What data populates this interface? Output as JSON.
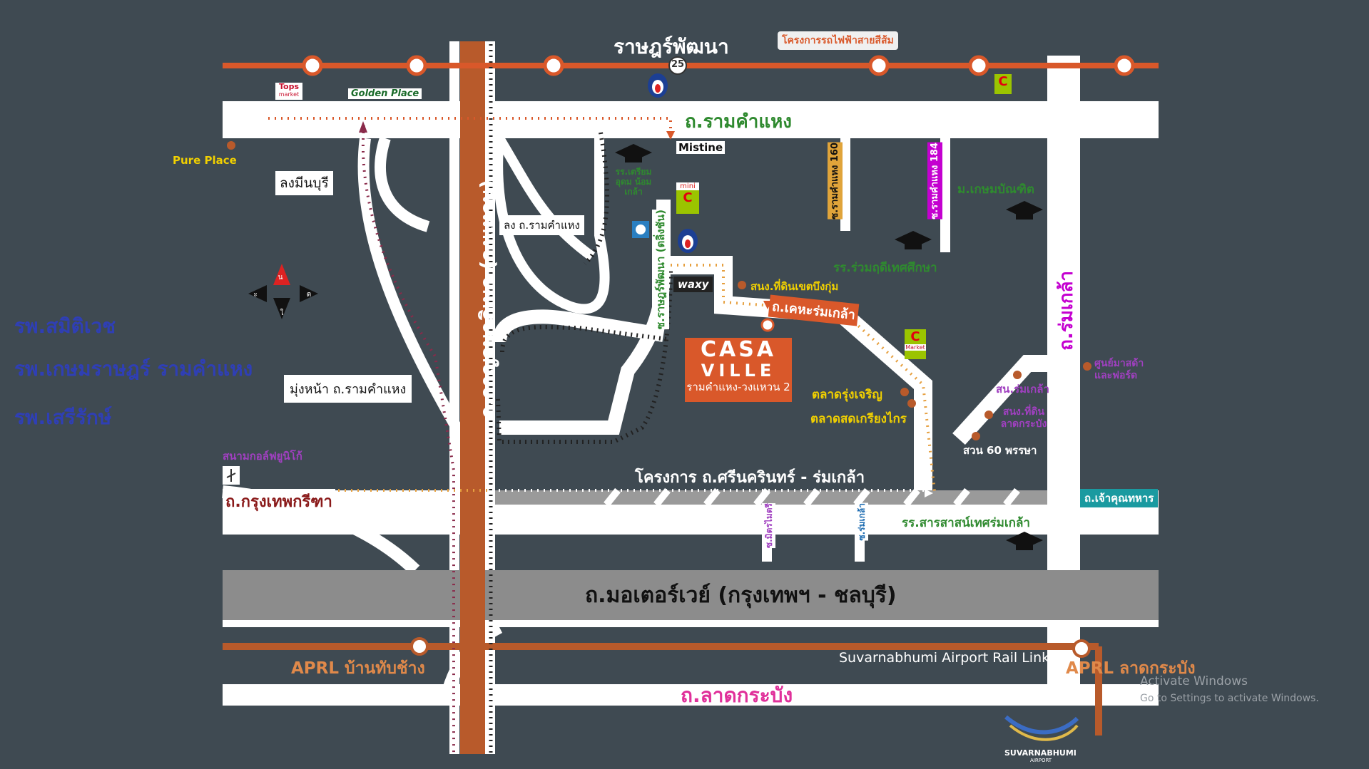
{
  "roads": {
    "ramkhamhaeng": "ถ.รามคำแหง",
    "rajpattana": "ราษฎร์พัฒนา",
    "orange_line": "โครงการรถไฟฟ้าสายสีส้ม",
    "kasem_rat": "ถ.กาญจนาภิเษก (วงแหวน)",
    "lang_minburi": "ลงมีนบุรี",
    "lang_ramkhamhaeng": "ลง ถ.รามคำแหง",
    "mung_na": "มุ่งหน้า ถ.รามคำแหง",
    "soi_160": "ซ.รามคำแหง 160",
    "soi_184": "ซ.รามคำแหง 184",
    "rat_phatthana": "ซ.ราษฎร์พัฒนา (ตลิ่งชัน)",
    "kehasomkhlao": "ถ.เคหะร่มเกล้า",
    "romklao": "ถ.ร่มเกล้า",
    "srinakarin_project": "โครงการ ถ.ศรีนครินทร์ - ร่มเกล้า",
    "krungthep_kreetha": "ถ.กรุงเทพกรีฑา",
    "chao_khun_thahan": "ถ.เจ้าคุณทหาร",
    "motorway": "ถ.มอเตอร์เวย์ (กรุงเทพฯ - ชลบุรี)",
    "lat_krabang": "ถ.ลาดกระบัง",
    "airport_rail": "Suvarnabhumi Airport Rail Link",
    "soi_a": "ซ.มิตรไมตรี",
    "soi_b": "ซ.ร่มเกล้า"
  },
  "places": {
    "pure_place": "Pure Place",
    "golden_place": "Golden Place",
    "tops": "Tops",
    "tops_sub": "market",
    "big": "Big C",
    "misline": "Mistine",
    "mini_big": "mini",
    "waxy": "waxy",
    "sunday_school": "รร.เตรียม อุดม น้อมเกล้า",
    "kasem_bundit": "ม.เกษมบัณฑิต",
    "rongrian_udom": "รร.ร่วมฤดีเทศศึกษา",
    "snong_nin": "สนง.ที่ดินเขตบึงกุ่ม",
    "talad_rung": "ตลาดรุ่งเจริญ",
    "talad_sod": "ตลาดสดเกรียงไกร",
    "casa_title": "CASA",
    "casa_sub": "VILLE",
    "casa_tag": "รามคำแหง-วงแหวน 2",
    "ford": "ศูนย์มาสด้า และฟอร์ด",
    "sn_romklao": "สน.ร่มเกล้า",
    "sn_nin_lat": "สนง.ที่ดิน ลาดกระบัง",
    "suan_60": "สวน 60 พรรษา",
    "golf": "สนามกอล์ฟยูนิโก้",
    "school_sarasas": "รร.สารสาสน์เทศร่มเกล้า",
    "aprl_ban": "APRL บ้านทับช้าง",
    "aprl_lat": "APRL ลาดกระบัง",
    "suvarnabhumi": "SUVARNABHUMI",
    "suvarnabhumi_sub": "AIRPORT",
    "market_sub": "Market",
    "route25": "25"
  },
  "compass": {
    "n": "น",
    "s": "ใ",
    "e": "ต",
    "w": "ะ"
  },
  "hospitals": [
    "รพ.สมิติเวช",
    "รพ.เกษมราษฎร์ รามคำแหง",
    "รพ.เสรีรักษ์"
  ],
  "watermark": {
    "title": "Activate Windows",
    "sub": "Go to Settings to activate Windows."
  },
  "colors": {
    "background": "#3f4a52",
    "road": "#ffffff",
    "orange_line": "#d9582a",
    "arl": "#b85a2b",
    "green_label": "#2f8a2f",
    "motorway": "#8c8c8c"
  }
}
